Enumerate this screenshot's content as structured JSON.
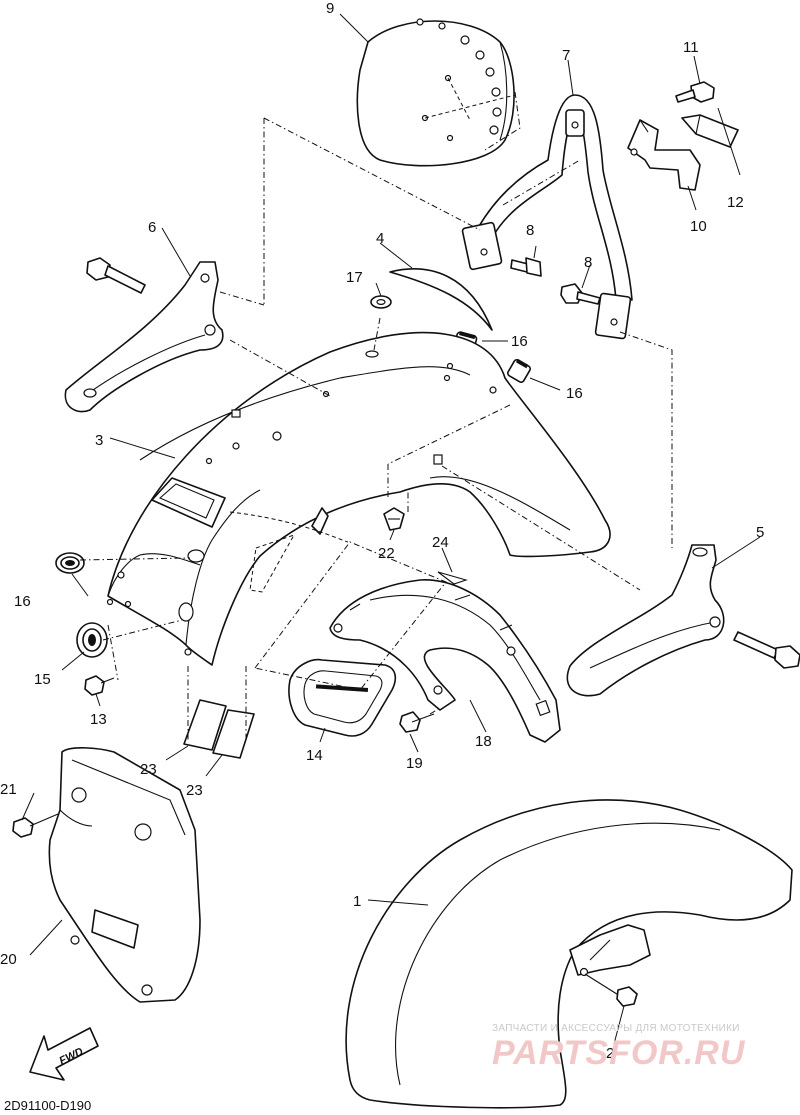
{
  "diagram_code": "2D91100-D190",
  "fwd_label": "FWD",
  "watermark": {
    "line1": "ЗАПЧАСТИ И АКСЕССУАРЫ ДЛЯ МОТОТЕХНИКИ",
    "line2": "PARTSFOR.RU"
  },
  "callouts": {
    "c1": "1",
    "c2": "2",
    "c3": "3",
    "c4": "4",
    "c5": "5",
    "c6": "6",
    "c7": "7",
    "c8a": "8",
    "c8b": "8",
    "c9": "9",
    "c10": "10",
    "c11": "11",
    "c12": "12",
    "c13": "13",
    "c14": "14",
    "c15": "15",
    "c16a": "16",
    "c16b": "16",
    "c16c": "16",
    "c17": "17",
    "c18": "18",
    "c19": "19",
    "c20": "20",
    "c21": "21",
    "c22": "22",
    "c23a": "23",
    "c23b": "23",
    "c24": "24"
  }
}
